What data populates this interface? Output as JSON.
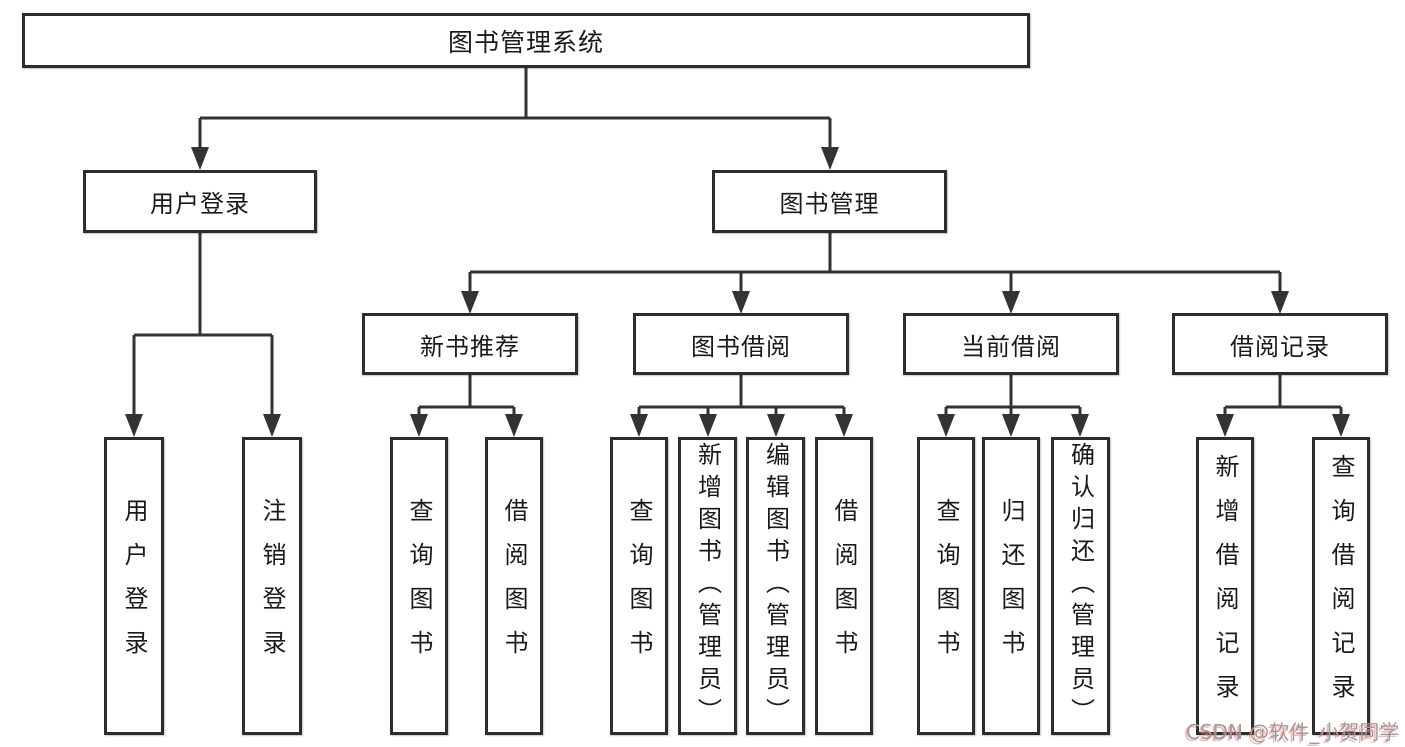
{
  "tree": {
    "label": "图书管理系统",
    "children": [
      {
        "label": "用户登录",
        "children": [
          {
            "label": "用户登录"
          },
          {
            "label": "注销登录"
          }
        ]
      },
      {
        "label": "图书管理",
        "children": [
          {
            "label": "新书推荐",
            "children": [
              {
                "label": "查询图书"
              },
              {
                "label": "借阅图书"
              }
            ]
          },
          {
            "label": "图书借阅",
            "children": [
              {
                "label": "查询图书"
              },
              {
                "label": "新增图书（管理员）"
              },
              {
                "label": "编辑图书（管理员）"
              },
              {
                "label": "借阅图书"
              }
            ]
          },
          {
            "label": "当前借阅",
            "children": [
              {
                "label": "查询图书"
              },
              {
                "label": "归还图书"
              },
              {
                "label": "确认归还（管理员）"
              }
            ]
          },
          {
            "label": "借阅记录",
            "children": [
              {
                "label": "新增借阅记录"
              },
              {
                "label": "查询借阅记录"
              }
            ]
          }
        ]
      }
    ]
  },
  "watermark": {
    "text": "CSDN @软件_小贺同学"
  },
  "colors": {
    "box_border": "#2d2d2d",
    "connector_line": "#333333",
    "text": "#1a1a1a",
    "watermark_gray": "#9c9c9c",
    "watermark_red_shadow": "#f87474",
    "background": "#ffffff"
  }
}
